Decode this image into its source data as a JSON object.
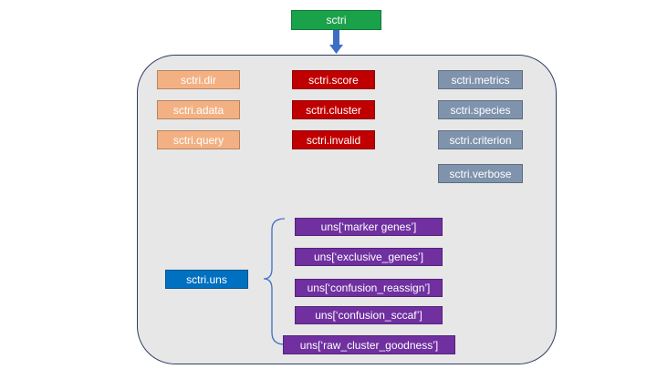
{
  "colors": {
    "root": "#1aa24a",
    "orange": "#f3b183",
    "red": "#c00000",
    "slate": "#7f93ad",
    "blue": "#0070c0",
    "purple": "#7030a0",
    "arrow": "#3a6fc4",
    "container_bg": "#e7e7e7",
    "container_border": "#2f3d63"
  },
  "root": {
    "label": "sctri"
  },
  "attributes": {
    "col1": [
      "sctri.dir",
      "sctri.adata",
      "sctri.query"
    ],
    "col2": [
      "sctri.score",
      "sctri.cluster",
      "sctri.invalid"
    ],
    "col3": [
      "sctri.metrics",
      "sctri.species",
      "sctri.criterion",
      "sctri.verbose"
    ]
  },
  "uns": {
    "label": "sctri.uns",
    "keys": [
      "uns[‘marker genes’]",
      "uns[‘exclusive_genes’]",
      "uns[‘confusion_reassign’]",
      "uns[‘confusion_sccaf’]",
      "uns[‘raw_cluster_goodness’]"
    ]
  }
}
